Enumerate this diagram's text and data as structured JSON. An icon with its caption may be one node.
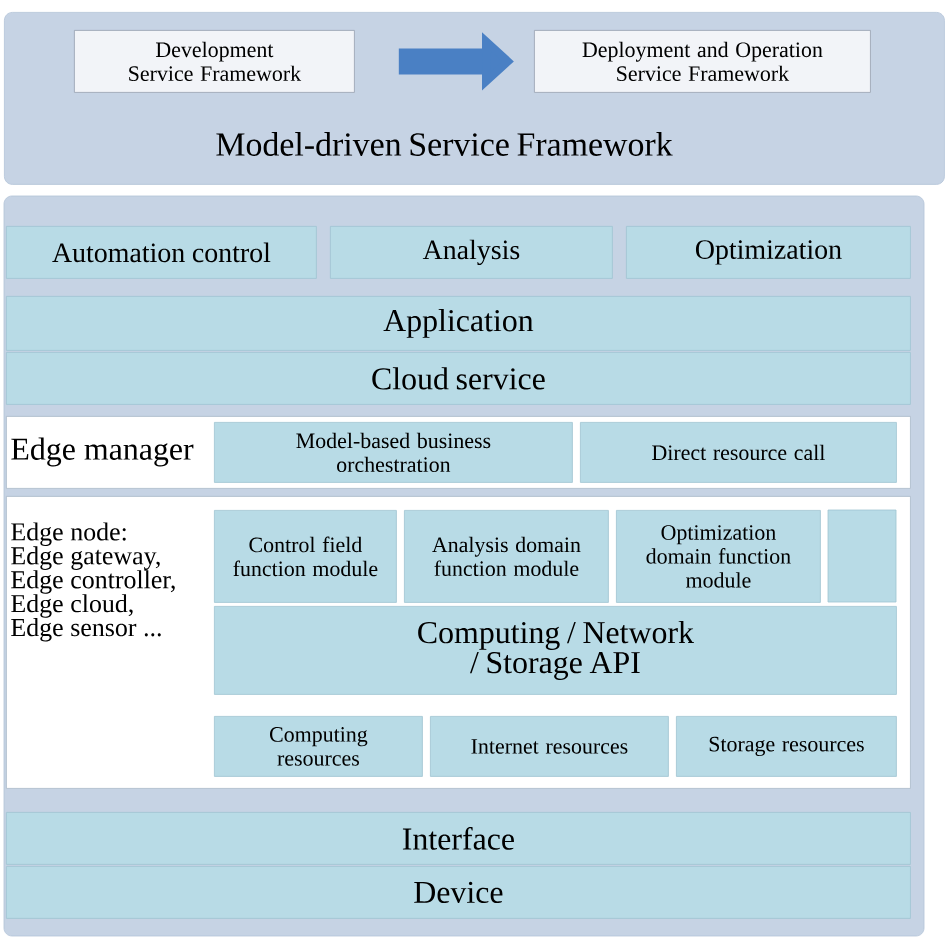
{
  "diagram": {
    "nodes": [
      {
        "text": [
          "Model-driven Service Framework"
        ]
      },
      {
        "text": [
          "Development Service Framework"
        ],
        "in": 0
      },
      {
        "text": [
          "Deployment and Operation Service Framework"
        ],
        "in": 0
      },
      {
        "text": [],
        "shape": "box"
      },
      {
        "text": [
          "Automation control"
        ],
        "in": 3
      },
      {
        "text": [
          "Analysis"
        ],
        "in": 3
      },
      {
        "text": [
          "Optimization"
        ],
        "in": 3
      },
      {
        "text": [
          "Application"
        ],
        "in": 3
      },
      {
        "text": [
          "Cloud service"
        ],
        "in": 3
      },
      {
        "text": [
          "Edge manager"
        ],
        "in": 3
      },
      {
        "text": [
          "Model-based business orchestration"
        ],
        "in": 9
      },
      {
        "text": [
          "Direct resource call"
        ],
        "in": 9
      },
      {
        "text": [
          "Edge node: Edge gateway, Edge controller, Edge cloud, Edge sensor ..."
        ],
        "in": 3
      },
      {
        "text": [
          "Control field function module"
        ],
        "in": 12
      },
      {
        "text": [
          "Analysis domain function module"
        ],
        "in": 12
      },
      {
        "text": [
          "Optimization domain function module"
        ],
        "in": 12
      },
      {
        "text": [],
        "shape": "box",
        "in": 12
      },
      {
        "text": [
          "Computing / Network / Storage API"
        ],
        "in": 12
      },
      {
        "text": [
          "Computing resources"
        ],
        "in": 12
      },
      {
        "text": [
          "Internet resources"
        ],
        "in": 12
      },
      {
        "text": [
          "Storage resources"
        ],
        "in": 12
      },
      {
        "text": [
          "Interface"
        ],
        "in": 3
      },
      {
        "text": [
          "Device"
        ],
        "in": 3
      }
    ],
    "edges": [
      {
        "from": 1,
        "to": 2,
        "arrow": "to"
      }
    ]
  }
}
